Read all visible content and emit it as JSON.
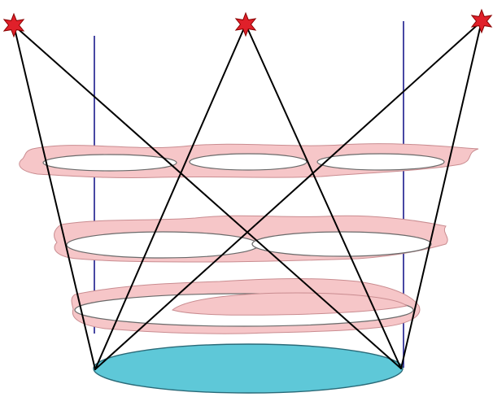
{
  "colors": {
    "background": "#ffffff",
    "star_fill": "#e0202a",
    "star_stroke": "#8a0000",
    "sight_line": "#000000",
    "vertical_line": "#1a1a8c",
    "layer_fill": "#f6c6c8",
    "layer_stroke": "#c98c90",
    "cell_fill": "#ffffff",
    "cell_stroke": "#6a6a6a",
    "base_fill": "#5ec8d8",
    "base_stroke": "#2a6a78"
  },
  "icons": {
    "stars": "star-icon"
  },
  "diagram": {
    "star_count": 3,
    "layer_count": 3,
    "base_count": 1,
    "vertical_line_count": 2
  }
}
